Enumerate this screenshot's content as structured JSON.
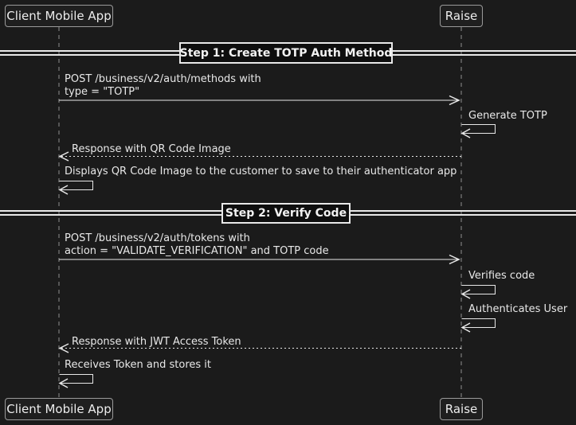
{
  "diagram": {
    "type": "sequence",
    "participants": {
      "client": "Client Mobile App",
      "raise": "Raise"
    },
    "dividers": [
      {
        "label": "Step 1: Create TOTP Auth Method"
      },
      {
        "label": "Step 2: Verify Code"
      }
    ],
    "messages": {
      "m1_line1": "POST /business/v2/auth/methods with",
      "m1_line2": "type = \"TOTP\"",
      "m2": "Generate TOTP",
      "m3": "Response with QR Code Image",
      "m4": "Displays QR Code Image to the customer to save to their authenticator app",
      "m5_line1": "POST /business/v2/auth/tokens with",
      "m5_line2": "action = \"VALIDATE_VERIFICATION\" and TOTP code",
      "m6": "Verifies code",
      "m7": "Authenticates User",
      "m8": "Response with JWT Access Token",
      "m9": "Receives Token and stores it"
    },
    "colors": {
      "background": "#1b1b1b",
      "arrow": "#e8e8e8",
      "lifeline": "#8f8f8f",
      "text": "#ededed",
      "box_fill": "#1f1f1f",
      "box_border": "#9a9a9a",
      "divider_fill": "#0e0e0e"
    }
  }
}
